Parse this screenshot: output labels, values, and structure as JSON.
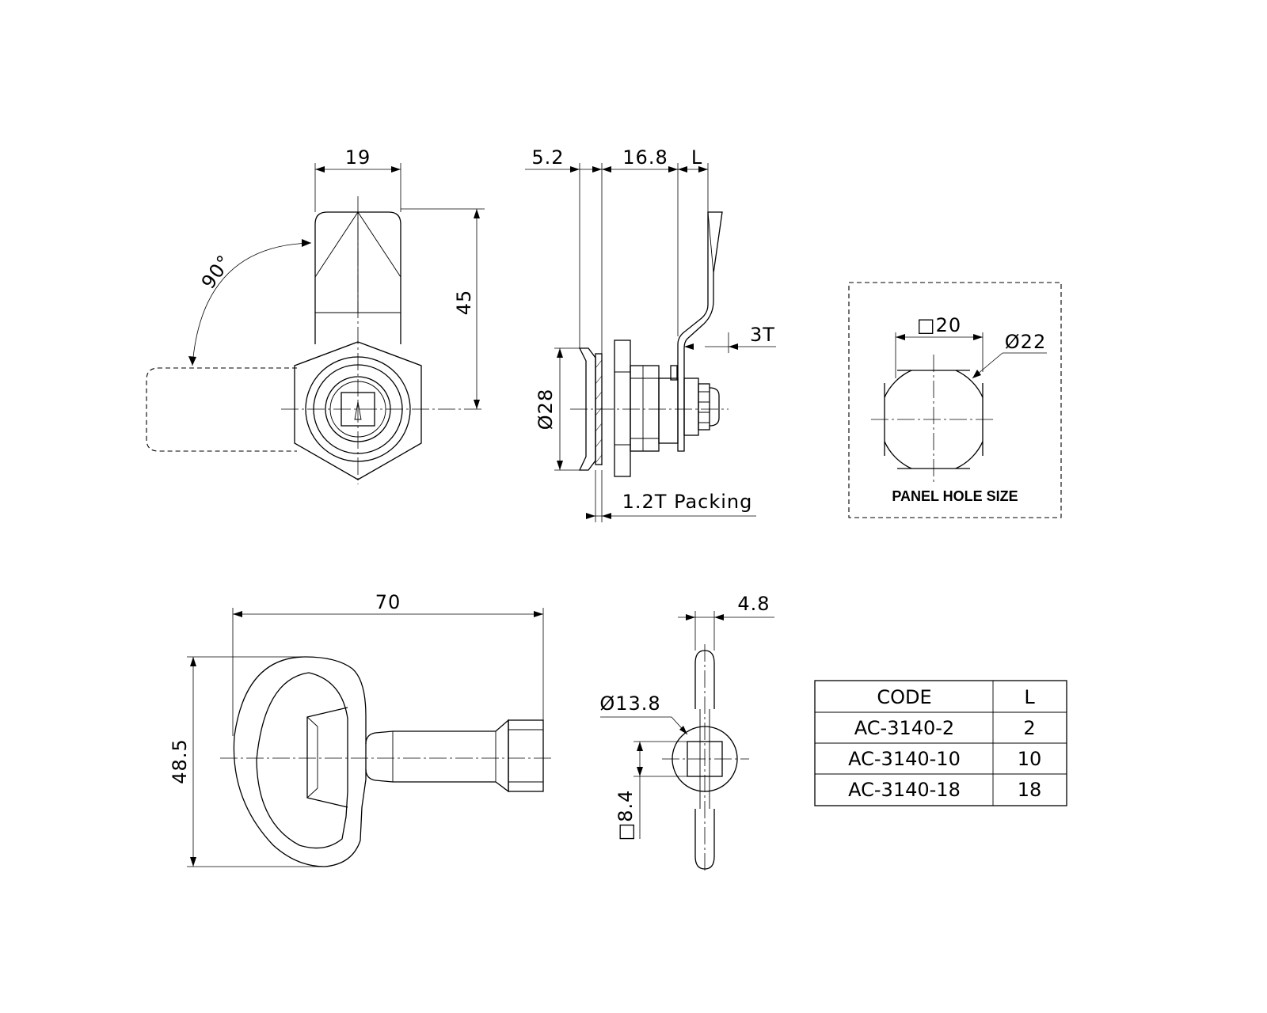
{
  "top_view": {
    "width_dim": "19",
    "height_dim": "45",
    "angle": "90°"
  },
  "side_view": {
    "dim_a": "5.2",
    "dim_b": "16.8",
    "dim_l": "L",
    "dim_t": "3T",
    "dim_diameter": "Ø28",
    "packing_label": "1.2T Packing"
  },
  "panel_hole": {
    "square_dim": "□20",
    "diameter_dim": "Ø22",
    "caption": "PANEL HOLE SIZE"
  },
  "key_view": {
    "length_dim": "70",
    "height_dim": "48.5"
  },
  "key_end_view": {
    "thickness_dim": "4.8",
    "diameter_dim": "Ø13.8",
    "square_dim": "□8.4"
  },
  "code_table": {
    "headers": [
      "CODE",
      "L"
    ],
    "rows": [
      [
        "AC-3140-2",
        "2"
      ],
      [
        "AC-3140-10",
        "10"
      ],
      [
        "AC-3140-18",
        "18"
      ]
    ]
  }
}
